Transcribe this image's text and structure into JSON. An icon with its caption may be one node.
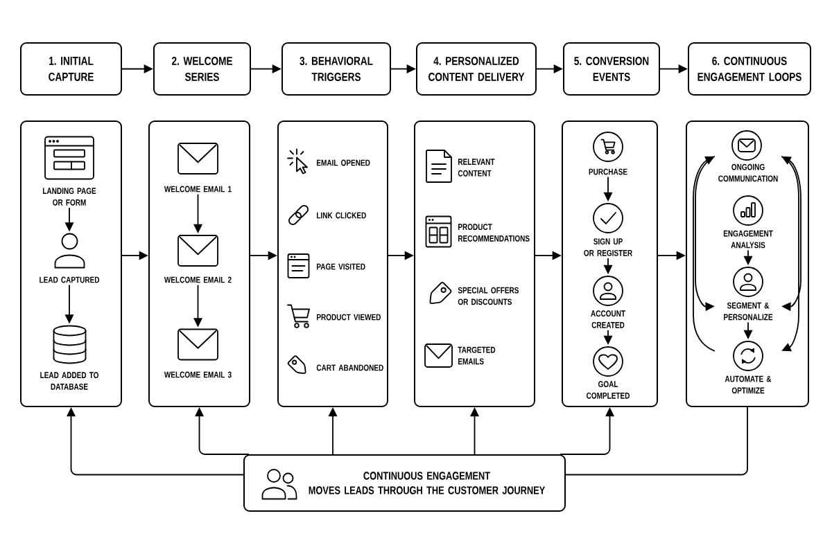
{
  "diagram": {
    "nodes": [
      {
        "text": [
          "1. INITIAL CAPTURE"
        ]
      },
      {
        "text": [
          "2. WELCOME SERIES"
        ]
      },
      {
        "text": [
          "3. BEHAVIORAL TRIGGERS"
        ]
      },
      {
        "text": [
          "4. PERSONALIZED CONTENT DELIVERY"
        ]
      },
      {
        "text": [
          "5. CONVERSION EVENTS"
        ]
      },
      {
        "text": [
          "6. CONTINUOUS ENGAGEMENT LOOPS"
        ]
      },
      {
        "text": [],
        "shape": "box"
      },
      {
        "text": [
          "LANDING PAGE OR FORM"
        ],
        "in": 6
      },
      {
        "text": [
          "LEAD CAPTURED"
        ],
        "in": 6
      },
      {
        "text": [
          "LEAD ADDED TO DATABASE"
        ],
        "in": 6
      },
      {
        "text": [],
        "shape": "box"
      },
      {
        "text": [
          "WELCOME EMAIL 1"
        ],
        "in": 10
      },
      {
        "text": [
          "WELCOME EMAIL 2"
        ],
        "in": 10
      },
      {
        "text": [
          "WELCOME EMAIL 3"
        ],
        "in": 10
      },
      {
        "text": [],
        "shape": "box"
      },
      {
        "text": [
          "EMAIL OPENED"
        ],
        "in": 14
      },
      {
        "text": [
          "LINK CLICKED"
        ],
        "in": 14
      },
      {
        "text": [
          "PAGE VISITED"
        ],
        "in": 14
      },
      {
        "text": [
          "PRODUCT VIEWED"
        ],
        "in": 14
      },
      {
        "text": [
          "CART ABANDONED"
        ],
        "in": 14
      },
      {
        "text": [],
        "shape": "box"
      },
      {
        "text": [
          "RELEVANT CONTENT"
        ],
        "in": 20
      },
      {
        "text": [
          "PRODUCT RECOMMENDATIONS"
        ],
        "in": 20
      },
      {
        "text": [
          "SPECIAL OFFERS OR DISCOUNTS"
        ],
        "in": 20
      },
      {
        "text": [
          "TARGETED EMAILS"
        ],
        "in": 20
      },
      {
        "text": [],
        "shape": "box"
      },
      {
        "text": [
          "PURCHASE"
        ],
        "in": 25
      },
      {
        "text": [
          "SIGN UP OR REGISTER"
        ],
        "in": 25
      },
      {
        "text": [
          "ACCOUNT CREATED"
        ],
        "in": 25
      },
      {
        "text": [
          "GOAL COMPLETED"
        ],
        "in": 25
      },
      {
        "text": [],
        "shape": "box"
      },
      {
        "text": [
          "ONGOING COMMUNICATION"
        ],
        "in": 30
      },
      {
        "text": [
          "ENGAGEMENT ANALYSIS"
        ],
        "in": 30
      },
      {
        "text": [
          "SEGMENT & PERSONALIZE"
        ],
        "in": 30
      },
      {
        "text": [
          "AUTOMATE & OPTIMIZE"
        ],
        "in": 30
      },
      {
        "text": [
          "CONTINUOUS ENGAGEMENT MOVES LEADS THROUGH THE CUSTOMER JOURNEY"
        ]
      }
    ],
    "edges": [
      {
        "from": 0,
        "to": 1,
        "arrow": "to"
      },
      {
        "from": 1,
        "to": 2,
        "arrow": "to"
      },
      {
        "from": 2,
        "to": 3,
        "arrow": "to"
      },
      {
        "from": 3,
        "to": 4,
        "arrow": "to"
      },
      {
        "from": 4,
        "to": 5,
        "arrow": "to"
      },
      {
        "from": 6,
        "to": 10,
        "arrow": "to"
      },
      {
        "from": 10,
        "to": 14,
        "arrow": "to"
      },
      {
        "from": 14,
        "to": 20,
        "arrow": "to"
      },
      {
        "from": 20,
        "to": 25,
        "arrow": "to"
      },
      {
        "from": 25,
        "to": 30,
        "arrow": "to"
      },
      {
        "from": 7,
        "to": 8,
        "arrow": "to"
      },
      {
        "from": 8,
        "to": 9,
        "arrow": "to"
      },
      {
        "from": 11,
        "to": 12,
        "arrow": "to"
      },
      {
        "from": 12,
        "to": 13,
        "arrow": "to"
      },
      {
        "from": 26,
        "to": 27,
        "arrow": "to"
      },
      {
        "from": 27,
        "to": 28,
        "arrow": "to"
      },
      {
        "from": 28,
        "to": 29,
        "arrow": "to"
      },
      {
        "from": 32,
        "to": 33,
        "arrow": "to"
      },
      {
        "from": 33,
        "to": 34,
        "arrow": "to"
      },
      {
        "from": 31,
        "to": 33,
        "arrow": "to"
      },
      {
        "from": 34,
        "to": 31,
        "arrow": "to"
      },
      {
        "from": 31,
        "to": 33,
        "arrow": "both"
      },
      {
        "from": 31,
        "to": 34,
        "arrow": "to"
      },
      {
        "from": 35,
        "to": 6,
        "arrow": "to"
      },
      {
        "from": 35,
        "to": 10,
        "arrow": "to"
      },
      {
        "from": 35,
        "to": 14,
        "arrow": "to"
      },
      {
        "from": 35,
        "to": 20,
        "arrow": "to"
      },
      {
        "from": 35,
        "to": 25,
        "arrow": "to"
      },
      {
        "from": 30,
        "to": 35,
        "arrow": "none"
      }
    ]
  }
}
